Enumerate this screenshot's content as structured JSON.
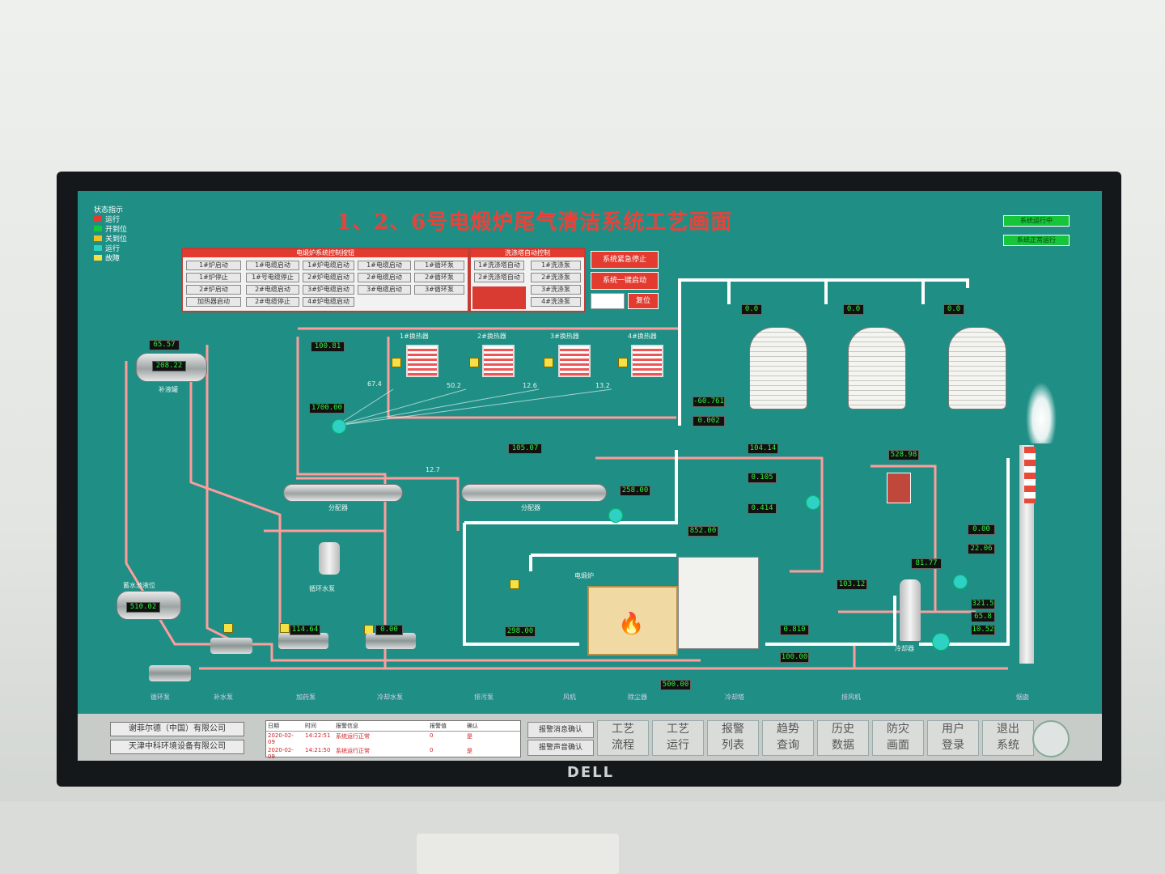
{
  "title": "1、2、6号电煅炉尾气清洁系统工艺画面",
  "legend": {
    "heading": "状态指示",
    "items": [
      {
        "label": "运行",
        "color": "#e33b2f"
      },
      {
        "label": "开到位",
        "color": "#16c53a"
      },
      {
        "label": "关到位",
        "color": "#f0c020"
      },
      {
        "label": "运行",
        "color": "#2ed0c0"
      },
      {
        "label": "故障",
        "color": "#f5e046"
      }
    ]
  },
  "status_indicators": [
    "系统运行中",
    "系统正常运行"
  ],
  "control_panel": {
    "header": "电煅炉系统控制按钮",
    "col1": [
      "1#炉启动",
      "1#炉停止",
      "2#炉启动",
      "加热器启动"
    ],
    "col2": [
      "1#电缆启动",
      "1#号电缆停止",
      "2#电缆启动",
      "2#电缆停止"
    ],
    "col3": [
      "1#炉电缆启动",
      "2#炉电缆启动",
      "3#炉电缆启动",
      "4#炉电缆启动"
    ],
    "col4": [
      "1#电缆启动",
      "2#电缆启动",
      "3#电缆启动"
    ],
    "col5": [
      "1#循环泵",
      "2#循环泵",
      "3#循环泵"
    ]
  },
  "mid_panel": {
    "header": "洗涤塔自动控制",
    "items": [
      "1#洗涤塔自动",
      "2#洗涤塔自动"
    ],
    "right": [
      "1#洗涤泵",
      "2#洗涤泵",
      "3#洗涤泵",
      "4#洗涤泵"
    ]
  },
  "red_buttons": [
    "系统紧急停止",
    "系统一键启动",
    "复位"
  ],
  "readings": {
    "tank_top": "65.57",
    "tank_top_main": "208.22",
    "reservoir": "510.02",
    "header_pressure": "100.81",
    "flow_main": "105.07",
    "ctrl_flow": "1700.00",
    "pressure1": "-60.761",
    "pressure2": "0.002",
    "temp1": "104.14",
    "pres_a": "0.105",
    "pres_b": "0.414",
    "liquid": "528.98",
    "flow_b": "258.00",
    "temp_c": "852.00",
    "temp_d": "81.77",
    "chimney_a": "0.00",
    "chimney_b": "22.06",
    "pump1": "114.64",
    "pump2": "0.00",
    "boiler": "298.00",
    "exhaust": "0.810",
    "exhaust2": "100.00",
    "out_temp": "103.12",
    "stack1": "321.5",
    "stack2": "65.8",
    "stack3": "10.52",
    "bottom_flow": "500.00",
    "valve1": "67.4",
    "valve2": "50.2",
    "valve3": "12.6",
    "valve4": "13.2",
    "valve5": "12.7",
    "scrubber1": "0.0",
    "scrubber2": "0.0",
    "scrubber3": "0.0"
  },
  "labels": {
    "hx1": "1#换热器",
    "hx2": "2#换热器",
    "hx3": "3#换热器",
    "hx4": "4#换热器",
    "dist1": "分配器",
    "dist2": "分配器",
    "reservoir_lbl": "蓄水池液位",
    "pump_station": "循环水泵",
    "furnace": "电煅炉",
    "chimney": "烟囱",
    "cooler": "冷却器",
    "tank_lbl": "补液罐"
  },
  "bottom_labels": [
    "循环泵",
    "补水泵",
    "加药泵",
    "冷却水泵",
    "排污泵",
    "风机",
    "除尘器",
    "冷却塔",
    "排风机",
    "烟囱"
  ],
  "companies": [
    "谢菲尔德（中国）有限公司",
    "天津中科环境设备有限公司"
  ],
  "alarm_table": {
    "headers": [
      "日期",
      "时间",
      "报警信息",
      "报警值",
      "确认"
    ],
    "rows": [
      [
        "2020-02-09",
        "14:22:51",
        "系统运行正常",
        "0",
        "是"
      ],
      [
        "2020-02-09",
        "14:21:50",
        "系统运行正常",
        "0",
        "是"
      ]
    ]
  },
  "ack": [
    "报警消息确认",
    "报警声音确认"
  ],
  "nav": [
    {
      "l1": "工艺",
      "l2": "流程"
    },
    {
      "l1": "工艺",
      "l2": "运行"
    },
    {
      "l1": "报警",
      "l2": "列表"
    },
    {
      "l1": "趋势",
      "l2": "查询"
    },
    {
      "l1": "历史",
      "l2": "数据"
    },
    {
      "l1": "防灾",
      "l2": "画面"
    },
    {
      "l1": "用户",
      "l2": "登录"
    },
    {
      "l1": "退出",
      "l2": "系统"
    }
  ],
  "brand": "DELL"
}
